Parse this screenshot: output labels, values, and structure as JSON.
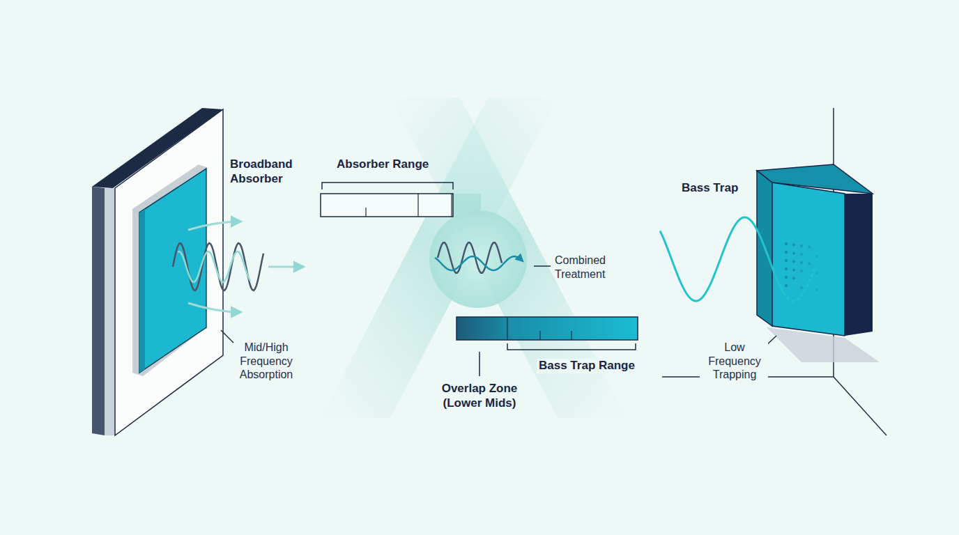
{
  "diagram": {
    "labels": [
      "Broadband Absorber",
      "Absorber Range",
      "Bass Trap",
      "Combined Treatment",
      "Mid/High Frequency Absorption",
      "Overlap Zone (Lower Mids)",
      "Bass Trap Range",
      "Low Frequency Trapping"
    ]
  }
}
